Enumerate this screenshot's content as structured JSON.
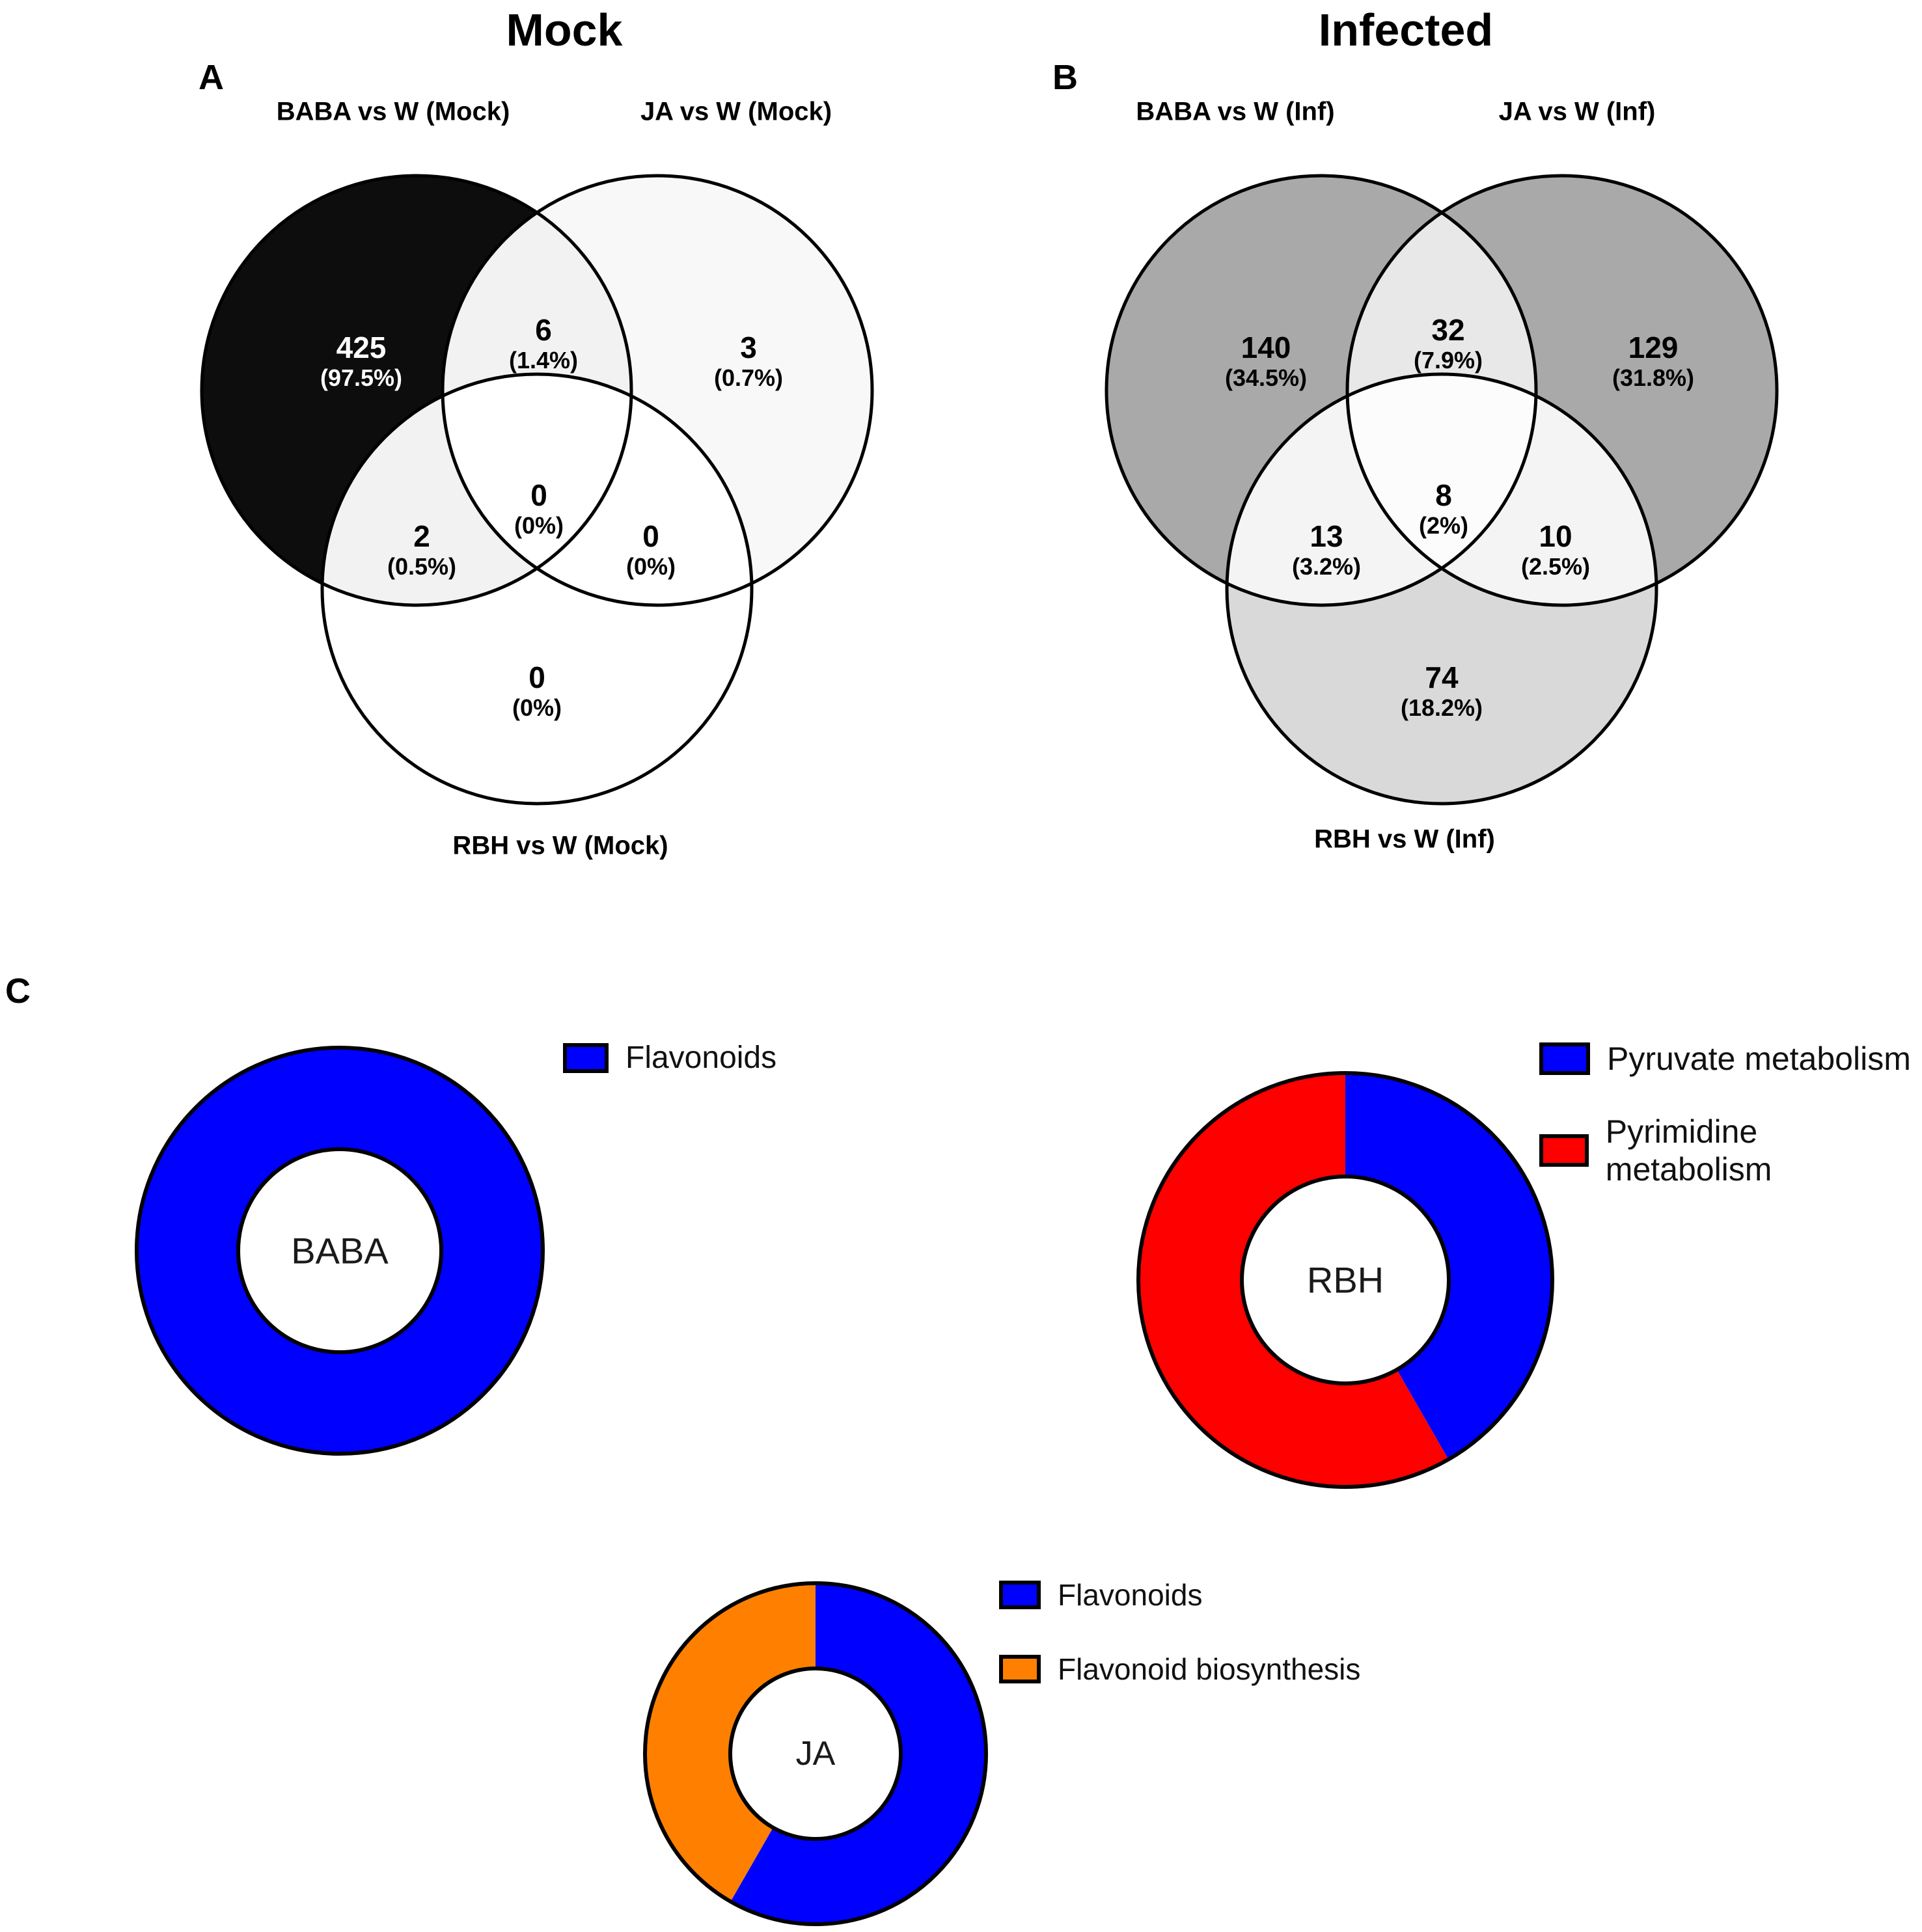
{
  "titles": {
    "mock": "Mock",
    "infected": "Infected"
  },
  "panel_labels": {
    "a": "A",
    "b": "B",
    "c": "C"
  },
  "chart_data": [
    {
      "id": "venn_mock",
      "type": "venn3",
      "title": "Mock",
      "panel": "A",
      "set_labels": [
        "BABA vs W (Mock)",
        "JA vs W (Mock)",
        "RBH vs W (Mock)"
      ],
      "regions": {
        "baba_only": {
          "count": "425",
          "percent": "(97.5%)"
        },
        "baba_ja": {
          "count": "6",
          "percent": "(1.4%)"
        },
        "ja_only": {
          "count": "3",
          "percent": "(0.7%)"
        },
        "center": {
          "count": "0",
          "percent": "(0%)"
        },
        "baba_rbh": {
          "count": "2",
          "percent": "(0.5%)"
        },
        "ja_rbh": {
          "count": "0",
          "percent": "(0%)"
        },
        "rbh_only": {
          "count": "0",
          "percent": "(0%)"
        }
      },
      "colors": {
        "baba_fill": "#0d0d0d",
        "ja_fill": "#f8f8f8",
        "rbh_fill": "#ffffff",
        "ab_lens": "#f2f2f2",
        "ac_lens": "#f2f2f2",
        "bc_lens": "#ffffff",
        "center_fill": "#ffffff",
        "outline": "#000000"
      }
    },
    {
      "id": "venn_infected",
      "type": "venn3",
      "title": "Infected",
      "panel": "B",
      "set_labels": [
        "BABA vs W (Inf)",
        "JA vs W (Inf)",
        "RBH vs W (Inf)"
      ],
      "regions": {
        "baba_only": {
          "count": "140",
          "percent": "(34.5%)"
        },
        "baba_ja": {
          "count": "32",
          "percent": "(7.9%)"
        },
        "ja_only": {
          "count": "129",
          "percent": "(31.8%)"
        },
        "center": {
          "count": "8",
          "percent": "(2%)"
        },
        "baba_rbh": {
          "count": "13",
          "percent": "(3.2%)"
        },
        "ja_rbh": {
          "count": "10",
          "percent": "(2.5%)"
        },
        "rbh_only": {
          "count": "74",
          "percent": "(18.2%)"
        }
      },
      "colors": {
        "baba_fill": "#a9a9a9",
        "ja_fill": "#a9a9a9",
        "rbh_fill": "#d9d9d9",
        "ab_lens": "#e8e8e8",
        "ac_lens": "#f4f4f4",
        "bc_lens": "#f4f4f4",
        "center_fill": "#fcfcfc",
        "outline": "#000000"
      }
    },
    {
      "id": "donut_baba",
      "type": "pie",
      "subtype": "donut",
      "panel": "C",
      "center_label": "BABA",
      "legend_position": "right",
      "slices": [
        {
          "label": "Flavonoids",
          "color": "#0000ff",
          "percent": 100
        }
      ]
    },
    {
      "id": "donut_rbh",
      "type": "pie",
      "subtype": "donut",
      "panel": "C",
      "center_label": "RBH",
      "legend_position": "right",
      "slices": [
        {
          "label": "Pyruvate metabolism",
          "color": "#0000ff",
          "percent": 41.7
        },
        {
          "label": "Pyrimidine metabolism",
          "color": "#ff0000",
          "percent": 58.3
        }
      ]
    },
    {
      "id": "donut_ja",
      "type": "pie",
      "subtype": "donut",
      "panel": "C",
      "center_label": "JA",
      "legend_position": "right",
      "slices": [
        {
          "label": "Flavonoids",
          "color": "#0000ff",
          "percent": 58.3
        },
        {
          "label": "Flavonoid biosynthesis",
          "color": "#ff8000",
          "percent": 41.7
        }
      ]
    }
  ]
}
